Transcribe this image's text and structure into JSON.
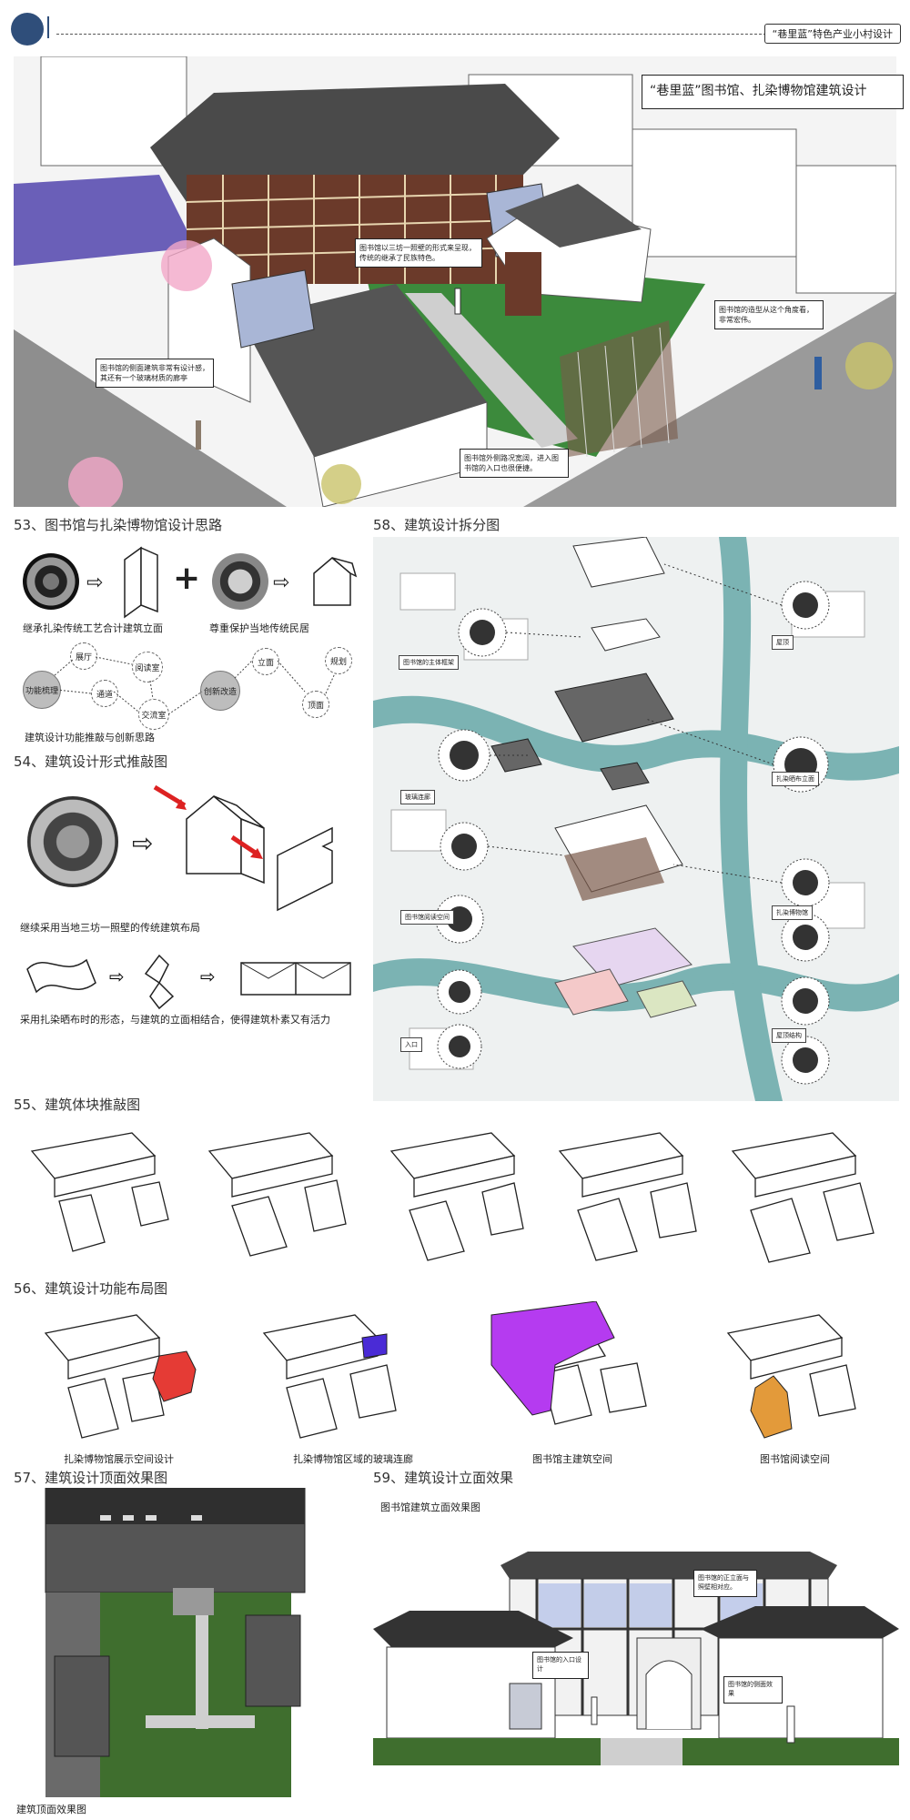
{
  "header": {
    "tag": "“巷里蓝”特色产业小村设计",
    "hero_title": "“巷里蓝”图书馆、扎染博物馆建筑设计"
  },
  "hero_notes": [
    "图书馆以三坊一照壁的形式来呈现，传统的继承了民族特色。",
    "图书馆的造型从这个角度看，非常宏伟。",
    "图书馆的侧面建筑非常有设计感，其还有一个玻璃材质的廊亭",
    "图书馆外侧路况宽阔，进入图书馆的入口也很便捷。"
  ],
  "sections": {
    "s53": "53、图书馆与扎染博物馆设计思路",
    "s54": "54、建筑设计形式推敲图",
    "s55": "55、建筑体块推敲图",
    "s56": "56、建筑设计功能布局图",
    "s57": "57、建筑设计顶面效果图",
    "s58": "58、建筑设计拆分图",
    "s59": "59、建筑设计立面效果"
  },
  "s53": {
    "cap1": "继承扎染传统工艺合计建筑立面",
    "cap2": "尊重保护当地传统民居",
    "cap3": "建筑设计功能推敲与创新思路",
    "nodes": [
      "功能梳理",
      "展厅",
      "通道",
      "阅读室",
      "交流室",
      "创新改造",
      "立面",
      "顶面",
      "规划"
    ]
  },
  "s54": {
    "cap1": "继续采用当地三坊一照壁的传统建筑布局",
    "cap2": "采用扎染晒布时的形态，与建筑的立面相结合，使得建筑朴素又有活力"
  },
  "s56": {
    "captions": [
      "扎染博物馆展示空间设计",
      "扎染博物馆区域的玻璃连廊",
      "图书馆主建筑空间",
      "图书馆阅读空间"
    ],
    "colors": [
      "#e53b35",
      "#4a2bd6",
      "#b53bf0",
      "#e39a3a"
    ]
  },
  "s57": {
    "cap": "建筑顶面效果图"
  },
  "s58": {
    "labels": [
      "图书馆的主体框架",
      "屋顶",
      "玻璃连廊",
      "扎染晒布立面",
      "图书馆阅读空间",
      "扎染博物馆",
      "入口",
      "屋顶结构"
    ]
  },
  "s59": {
    "cap": "图书馆建筑立面效果图",
    "notes": [
      "图书馆的正立面与照壁相对应。",
      "图书馆的入口设计",
      "图书馆的侧面效果"
    ]
  }
}
